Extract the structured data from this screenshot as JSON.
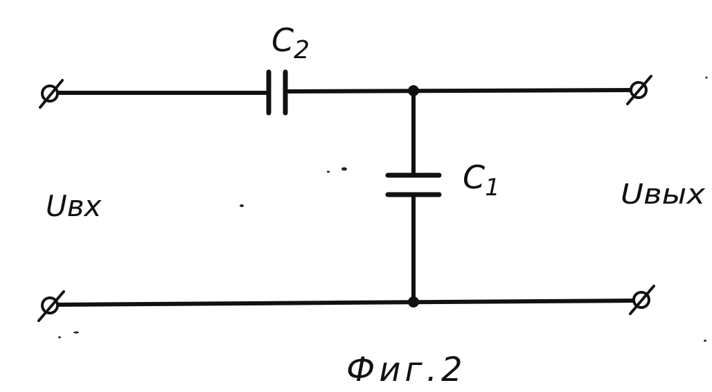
{
  "labels": {
    "c2_main": "C",
    "c2_sub": "2",
    "c1_main": "C",
    "c1_sub": "1",
    "u_in": "Uвх",
    "u_out": "Uвых",
    "caption": "Фиг.2"
  },
  "colors": {
    "ink": "#111111",
    "background": "#ffffff"
  }
}
